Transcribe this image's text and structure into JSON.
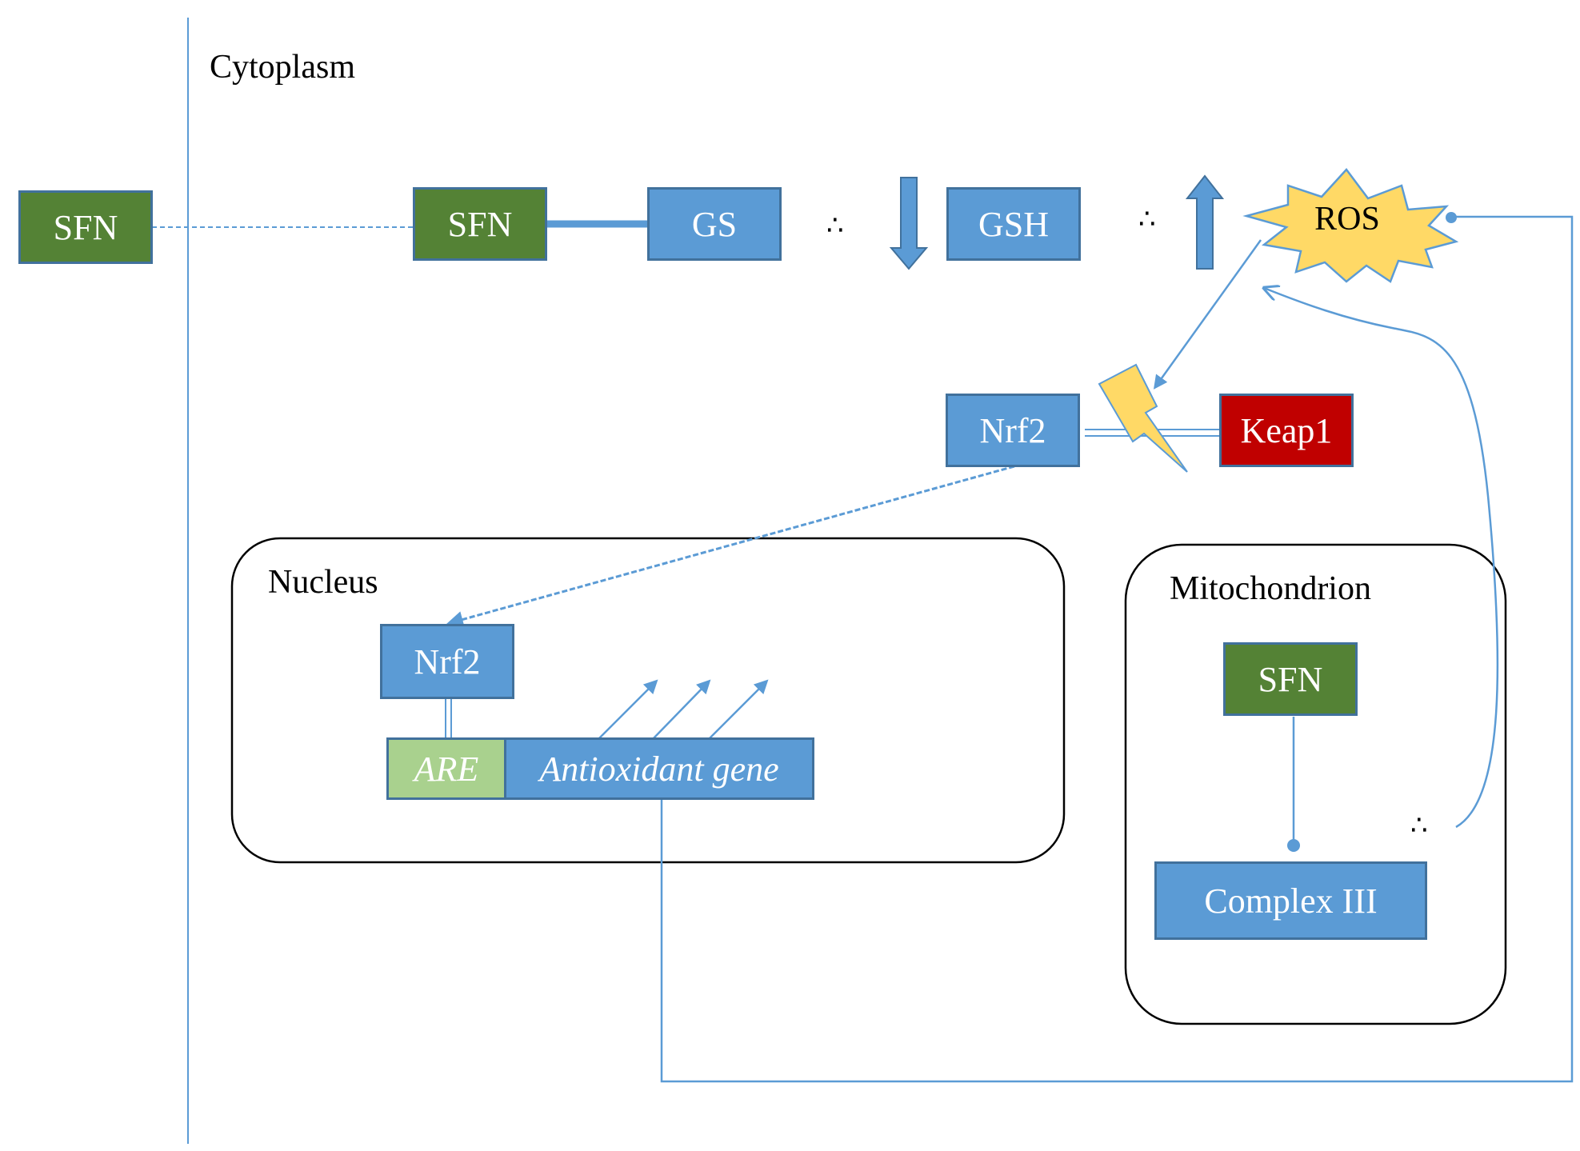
{
  "compartments": {
    "cytoplasm": "Cytoplasm",
    "nucleus": "Nucleus",
    "mitochondrion": "Mitochondrion"
  },
  "nodes": {
    "sfn_outside": "SFN",
    "sfn_cyto": "SFN",
    "gs": "GS",
    "gsh": "GSH",
    "ros": "ROS",
    "nrf2_cyto": "Nrf2",
    "keap1": "Keap1",
    "nrf2_nucleus": "Nrf2",
    "are": "ARE",
    "antioxidant_gene": "Antioxidant gene",
    "sfn_mito": "SFN",
    "complex3": "Complex III"
  },
  "symbols": {
    "therefore": "∴",
    "lightning_icon": "lightning-bolt-icon",
    "decrease_icon": "arrow-down-icon",
    "increase_icon": "arrow-up-icon"
  },
  "colors": {
    "blue_fill": "#5b9bd5",
    "blue_border": "#41719c",
    "green_fill": "#548235",
    "red_fill": "#c00000",
    "lightgreen_fill": "#a9d18e",
    "ros_fill": "#ffd966",
    "lightning_fill": "#ffd966"
  }
}
